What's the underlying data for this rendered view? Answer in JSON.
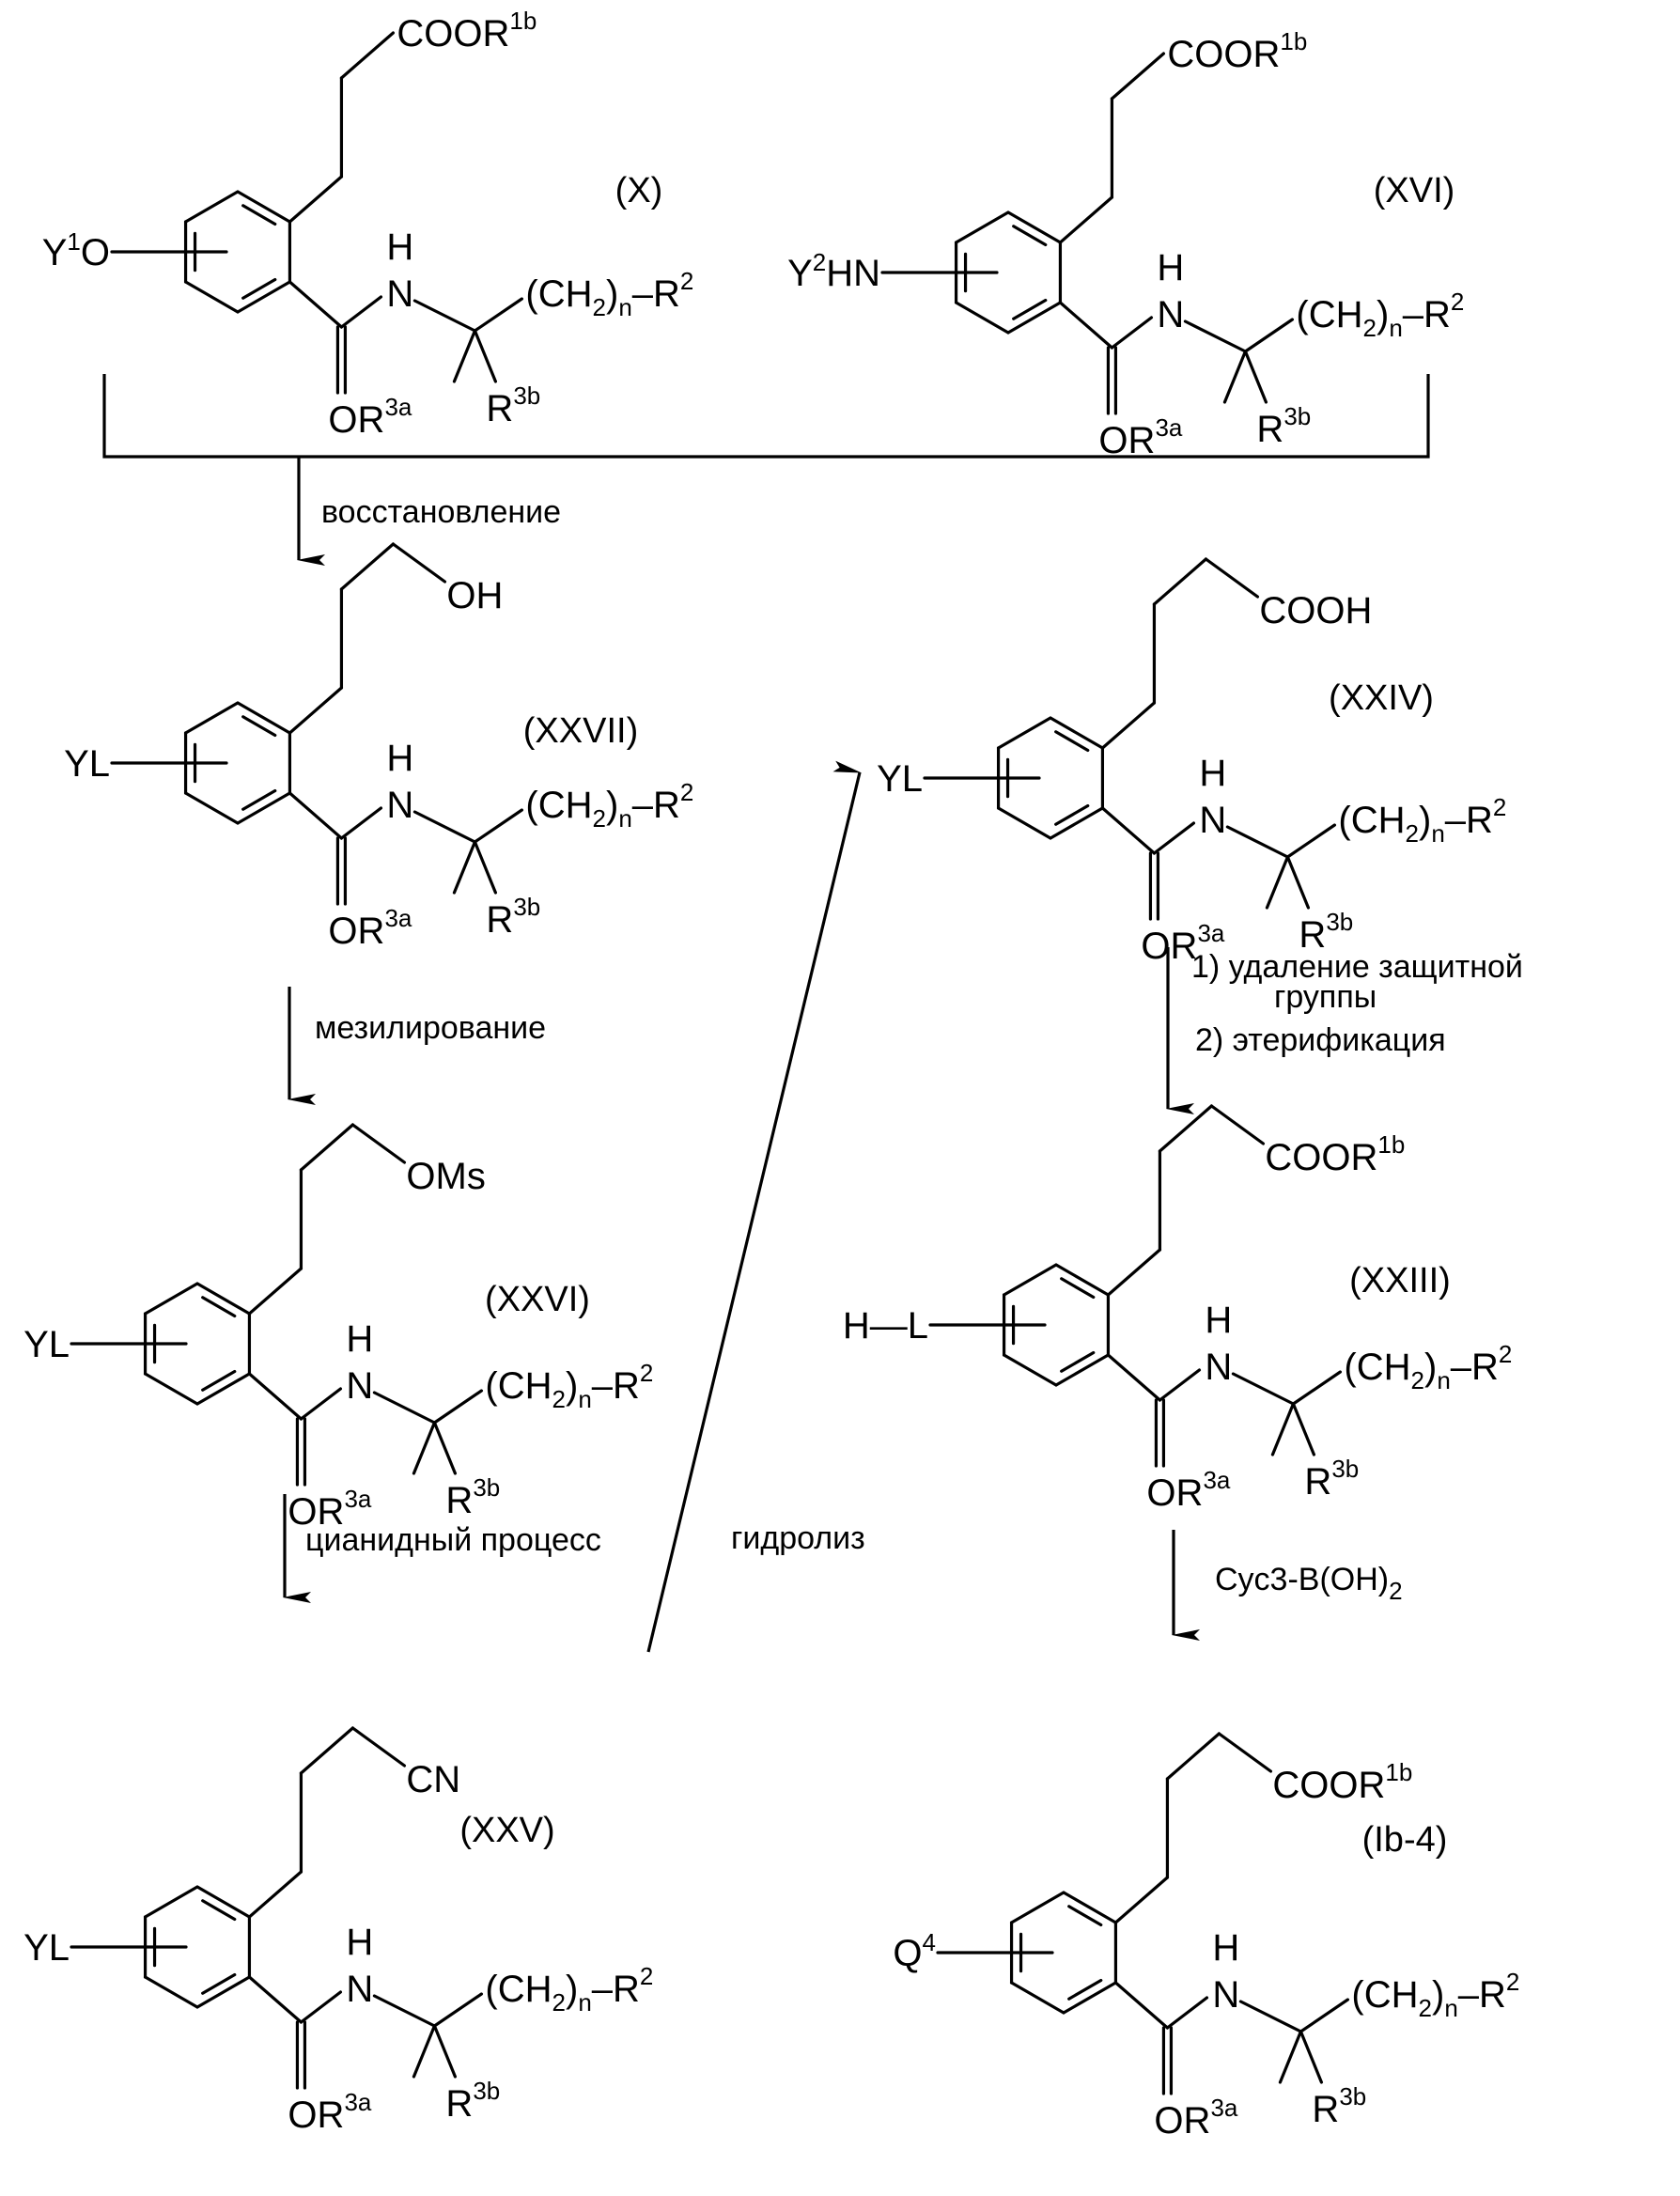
{
  "title": "Reaction scheme",
  "colors": {
    "ink": "#000000",
    "background": "#ffffff"
  },
  "compounds": [
    {
      "id": "X",
      "label": "(X)",
      "substituent": "Y1O",
      "substituent_sup": "1",
      "substituent_base": "Y",
      "substituent_tail": "O",
      "chain_end": "COOR",
      "chain_end_sup": "1b",
      "chain_type": "propanoate"
    },
    {
      "id": "XVI",
      "label": "(XVI)",
      "substituent": "Y2HN",
      "substituent_sup": "2",
      "substituent_base": "Y",
      "substituent_tail": "HN",
      "chain_end": "COOR",
      "chain_end_sup": "1b",
      "chain_type": "propanoate"
    },
    {
      "id": "XXVII",
      "label": "(XXVII)",
      "substituent": "YL",
      "substituent_sup": "",
      "substituent_base": "YL",
      "substituent_tail": "",
      "chain_end": "OH",
      "chain_end_sup": "",
      "chain_type": "propyl"
    },
    {
      "id": "XXIV",
      "label": "(XXIV)",
      "substituent": "YL",
      "substituent_sup": "",
      "substituent_base": "YL",
      "substituent_tail": "",
      "chain_end": "COOH",
      "chain_end_sup": "",
      "chain_type": "butanoate"
    },
    {
      "id": "XXVI",
      "label": "(XXVI)",
      "substituent": "YL",
      "substituent_sup": "",
      "substituent_base": "YL",
      "substituent_tail": "",
      "chain_end": "OMs",
      "chain_end_sup": "",
      "chain_type": "propyl"
    },
    {
      "id": "XXIII",
      "label": "(XXIII)",
      "substituent": "H—L",
      "substituent_sup": "",
      "substituent_base": "H—L",
      "substituent_tail": "",
      "chain_end": "COOR",
      "chain_end_sup": "1b",
      "chain_type": "butanoate"
    },
    {
      "id": "XXV",
      "label": "(XXV)",
      "substituent": "YL",
      "substituent_sup": "",
      "substituent_base": "YL",
      "substituent_tail": "",
      "chain_end": "CN",
      "chain_end_sup": "",
      "chain_type": "propyl"
    },
    {
      "id": "Ib-4",
      "label": "(Ib-4)",
      "substituent": "Q4",
      "substituent_sup": "4",
      "substituent_base": "Q",
      "substituent_tail": "",
      "chain_end": "COOR",
      "chain_end_sup": "1b",
      "chain_type": "butanoate"
    }
  ],
  "common_groups": {
    "amide_H": "H",
    "amide_N": "N",
    "carbonyl_O": "O",
    "r3a": "R",
    "r3a_sup": "3a",
    "r3b": "R",
    "r3b_sup": "3b",
    "chain_prefix": "(CH",
    "chain_sub": "2",
    "chain_close": ")",
    "chain_n": "n",
    "chain_dash": "–R",
    "r2_sup": "2"
  },
  "steps": [
    {
      "id": "reduction",
      "label": "восстановление"
    },
    {
      "id": "mesylation",
      "label": "мезилирование"
    },
    {
      "id": "cyanation",
      "label": "цианидный процесс"
    },
    {
      "id": "hydrolysis",
      "label": "гидролиз"
    },
    {
      "id": "deprotection",
      "label_line1": "1) удаление защитной",
      "label_line2": "группы",
      "label_line3": "2) этерификация"
    },
    {
      "id": "suzuki",
      "label": "Cyc3-B(OH)",
      "label_sub": "2"
    }
  ]
}
